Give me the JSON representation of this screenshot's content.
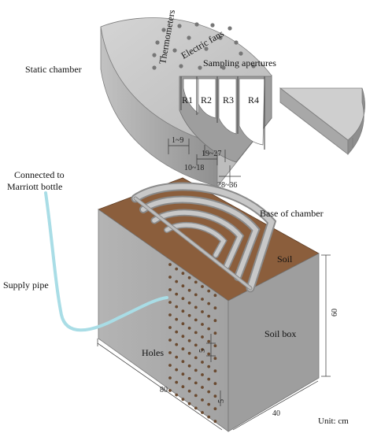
{
  "labels": {
    "thermometers": "Thermometers",
    "electric_fans": "Electric fans",
    "sampling_apertures": "Sampling apertures",
    "static_chamber": "Static chamber",
    "connected_line1": "Connected to",
    "connected_line2": "Marriott bottle",
    "base_of_chamber": "Base of chamber",
    "soil": "Soil",
    "supply_pipe": "Supply pipe",
    "soil_box": "Soil box",
    "holes": "Holes",
    "unit": "Unit: cm"
  },
  "rings": [
    "R1",
    "R2",
    "R3",
    "R4"
  ],
  "ranges": {
    "r1": "1~9",
    "r2": "10~18",
    "r3": "19~27",
    "r4": "28~36"
  },
  "dimensions": {
    "length": "80",
    "width": "40",
    "height": "60",
    "hole_spacing": "5",
    "hole_margin": "5"
  },
  "colors": {
    "gray_light": "#c9c9c9",
    "gray_mid": "#a9a9a9",
    "gray_dark": "#8a8a8a",
    "soil": "#8b5e3c",
    "pipe": "#a9dde6"
  }
}
